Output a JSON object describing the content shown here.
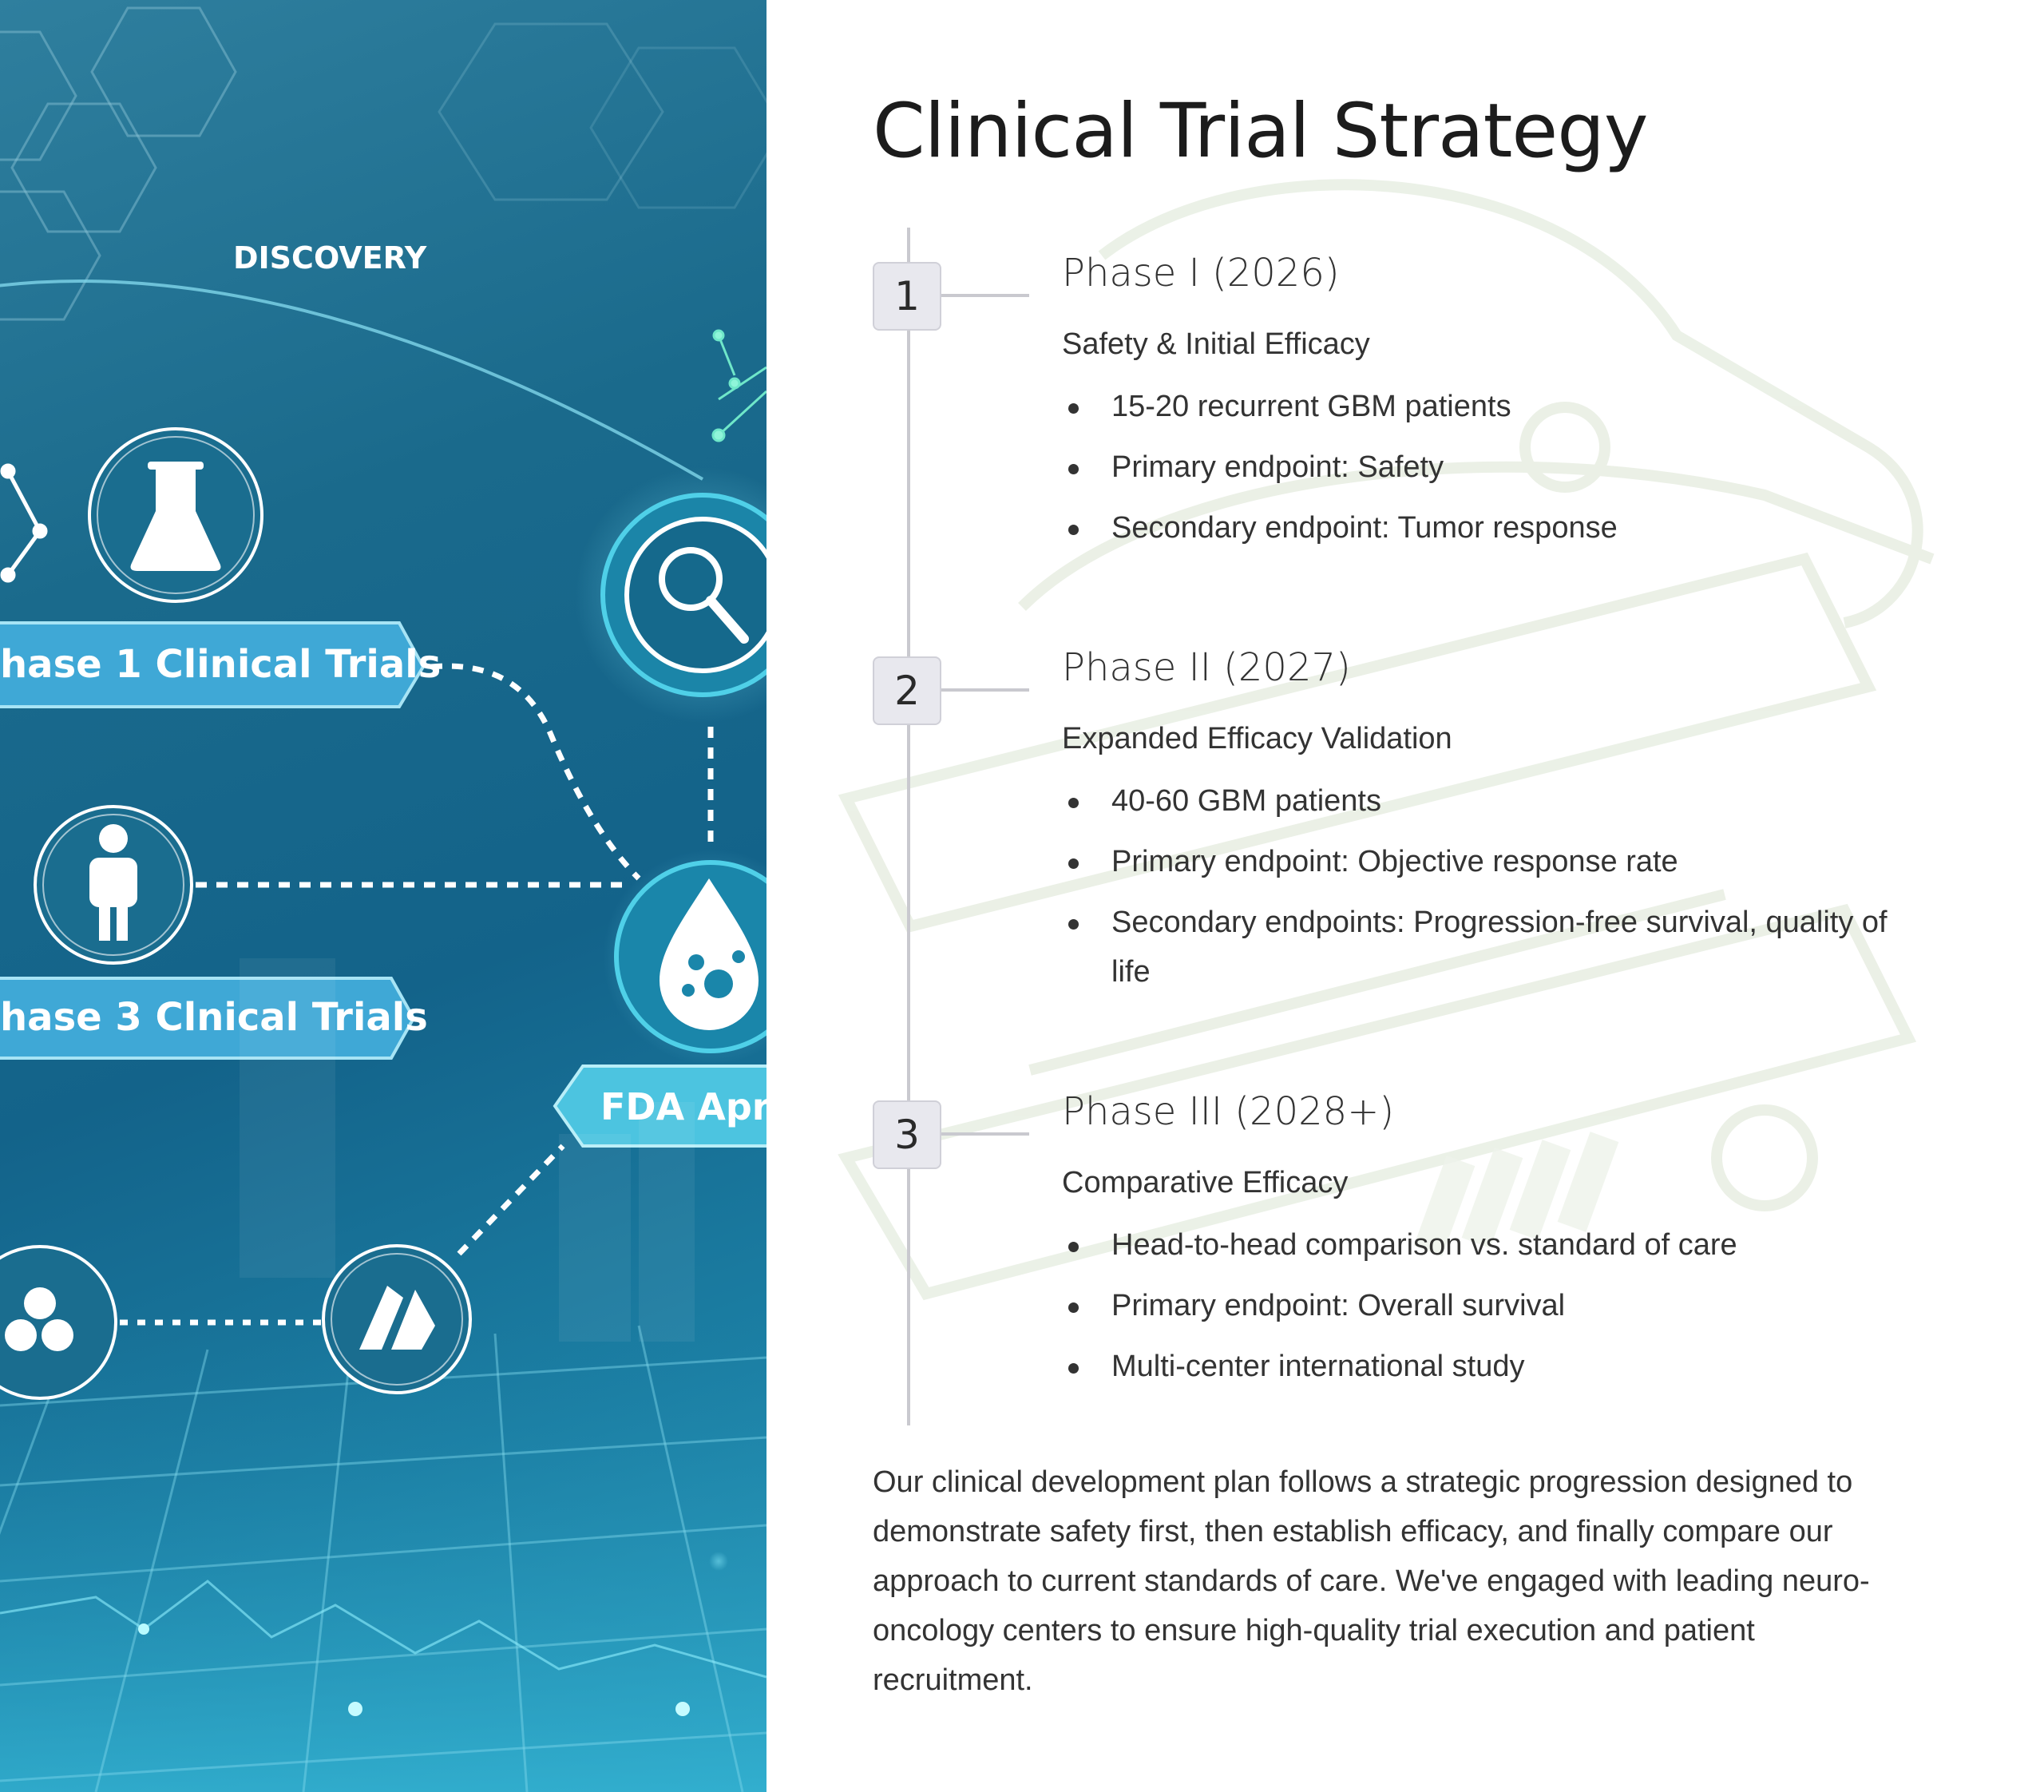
{
  "illustration": {
    "discovery_label": "DISCOVERY",
    "phase1_banner": "hase 1 Clinical Trials",
    "phase3_banner": "hase 3 Clnical Trials",
    "fda_banner": "FDA Apr"
  },
  "page": {
    "title": "Clinical Trial Strategy"
  },
  "phases": [
    {
      "number": "1",
      "title": "Phase I (2026)",
      "subtitle": "Safety & Initial Efficacy",
      "bullets": [
        "15-20 recurrent GBM patients",
        "Primary endpoint: Safety",
        "Secondary endpoint: Tumor response"
      ]
    },
    {
      "number": "2",
      "title": "Phase II (2027)",
      "subtitle": "Expanded Efficacy Validation",
      "bullets": [
        "40-60 GBM patients",
        "Primary endpoint: Objective response rate",
        "Secondary endpoints: Progression-free survival, quality of life"
      ]
    },
    {
      "number": "3",
      "title": "Phase III (2028+)",
      "subtitle": "Comparative Efficacy",
      "bullets": [
        "Head-to-head comparison vs. standard of care",
        "Primary endpoint: Overall survival",
        "Multi-center international study"
      ]
    }
  ],
  "summary": "Our clinical development plan follows a strategic progression designed to demonstrate safety first, then establish efficacy, and finally compare our approach to current standards of care. We've engaged with leading neuro-oncology centers to ensure high-quality trial execution and patient recruitment."
}
